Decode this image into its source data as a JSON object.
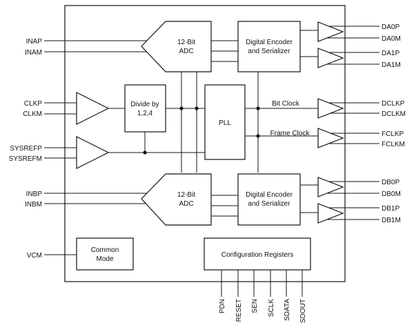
{
  "adc_a": {
    "label_line1": "12-Bit",
    "label_line2": "ADC"
  },
  "adc_b": {
    "label_line1": "12-Bit",
    "label_line2": "ADC"
  },
  "encoder_a": {
    "label_line1": "Digital Encoder",
    "label_line2": "and Serializer"
  },
  "encoder_b": {
    "label_line1": "Digital Encoder",
    "label_line2": "and Serializer"
  },
  "divider": {
    "label_line1": "Divide by",
    "label_line2": "1,2,4"
  },
  "pll": {
    "label": "PLL"
  },
  "common_mode": {
    "label_line1": "Common",
    "label_line2": "Mode"
  },
  "config_registers": {
    "label": "Configuration Registers"
  },
  "signals": {
    "bit_clock": "Bit Clock",
    "frame_clock": "Frame Clock"
  },
  "pins": {
    "left": {
      "inap": "INAP",
      "inam": "INAM",
      "clkp": "CLKP",
      "clkm": "CLKM",
      "sysrefp": "SYSREFP",
      "sysrefm": "SYSREFM",
      "inbp": "INBP",
      "inbm": "INBM",
      "vcm": "VCM"
    },
    "right": {
      "da0p": "DA0P",
      "da0m": "DA0M",
      "da1p": "DA1P",
      "da1m": "DA1M",
      "dclkp": "DCLKP",
      "dclkm": "DCLKM",
      "fclkp": "FCLKP",
      "fclkm": "FCLKM",
      "db0p": "DB0P",
      "db0m": "DB0M",
      "db1p": "DB1P",
      "db1m": "DB1M"
    },
    "bottom": {
      "pdn": "PDN",
      "reset": "RESET",
      "sen": "SEN",
      "sclk": "SCLK",
      "sdata": "SDATA",
      "sdout": "SDOUT"
    }
  }
}
